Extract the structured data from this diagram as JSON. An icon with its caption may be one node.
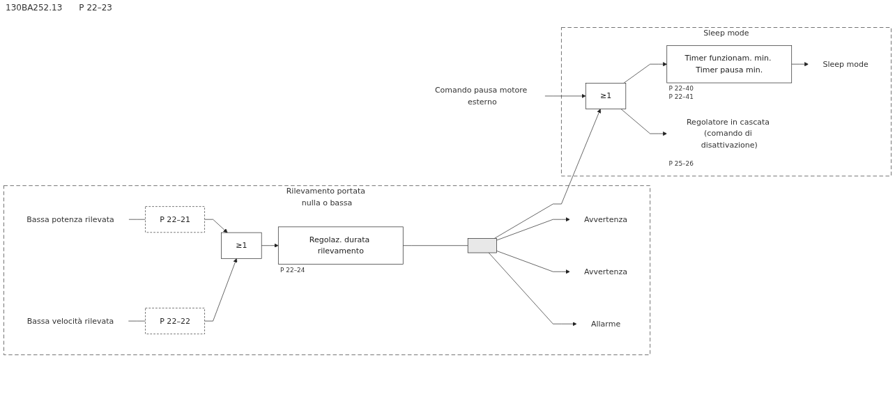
{
  "diagram": {
    "nodes": [
      {
        "text": [
          "Rilevamento portata nulla o bassa"
        ]
      },
      {
        "text": [
          "Bassa potenza rilevata"
        ],
        "in": 0
      },
      {
        "text": [
          "P 22–21"
        ],
        "in": 0
      },
      {
        "text": [
          "Bassa velocità rilevata"
        ],
        "in": 0
      },
      {
        "text": [
          "P 22–22"
        ],
        "in": 0
      },
      {
        "text": [
          "≥1"
        ],
        "in": 0
      },
      {
        "text": [
          "Regolaz. durata rilevamento"
        ],
        "beside": [
          "P 22–24"
        ],
        "in": 0
      },
      {
        "text": [],
        "shape": "bar",
        "in": 0
      },
      {
        "text": [
          "Avvertenza"
        ],
        "in": 0
      },
      {
        "text": [
          "Avvertenza"
        ],
        "in": 0
      },
      {
        "text": [
          "Allarme"
        ],
        "in": 0
      },
      {
        "text": [
          "Sleep mode"
        ]
      },
      {
        "text": [
          "Comando pausa motore esterno"
        ]
      },
      {
        "text": [
          "≥1"
        ],
        "in": 11
      },
      {
        "text": [
          "Timer funzionam. min. Timer pausa min."
        ],
        "beside": [
          "P 22–40",
          "P 22–41"
        ],
        "in": 11
      },
      {
        "text": [
          "Sleep mode"
        ],
        "in": 11
      },
      {
        "text": [
          "Regolatore in cascata (comando di disattivazione)"
        ],
        "beside": [
          "P 25–26"
        ],
        "in": 11
      }
    ],
    "edges": [
      {
        "from": 1,
        "to": 2,
        "arrow": "none"
      },
      {
        "from": 2,
        "to": 5,
        "arrow": "to"
      },
      {
        "from": 3,
        "to": 4,
        "arrow": "none"
      },
      {
        "from": 4,
        "to": 5,
        "arrow": "to"
      },
      {
        "from": 5,
        "to": 6,
        "arrow": "to"
      },
      {
        "from": 6,
        "to": 7,
        "arrow": "none"
      },
      {
        "from": 7,
        "to": 8,
        "arrow": "to"
      },
      {
        "from": 7,
        "to": 13,
        "arrow": "to"
      },
      {
        "from": 7,
        "to": 9,
        "arrow": "to"
      },
      {
        "from": 7,
        "to": 10,
        "arrow": "to"
      },
      {
        "from": 12,
        "to": 13,
        "arrow": "to"
      },
      {
        "from": 13,
        "to": 14,
        "arrow": "to"
      },
      {
        "from": 14,
        "to": 15,
        "arrow": "to"
      },
      {
        "from": 13,
        "to": 16,
        "arrow": "to"
      }
    ],
    "labels": [
      "130BA252.13",
      "P 22–23"
    ]
  }
}
